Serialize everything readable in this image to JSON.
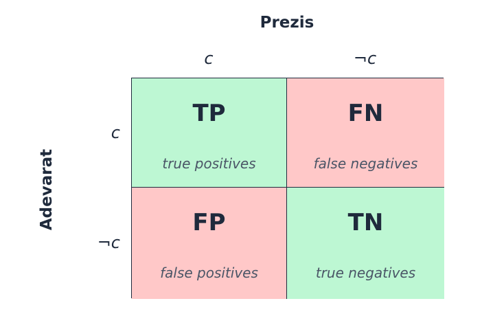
{
  "column_axis": {
    "title": "Prezis",
    "labels": [
      "c",
      "¬c"
    ]
  },
  "row_axis": {
    "title": "Adevarat",
    "labels": [
      "c",
      "¬c"
    ]
  },
  "cells": [
    {
      "abbr": "TP",
      "desc": "true positives",
      "color": "#bdf7d3"
    },
    {
      "abbr": "FN",
      "desc": "false negatives",
      "color": "#ffc8c8"
    },
    {
      "abbr": "FP",
      "desc": "false positives",
      "color": "#ffc8c8"
    },
    {
      "abbr": "TN",
      "desc": "true negatives",
      "color": "#bdf7d3"
    }
  ],
  "colors": {
    "text": "#1f2a3c",
    "desc_text": "#4a5566",
    "border": "#1f2a3c"
  }
}
